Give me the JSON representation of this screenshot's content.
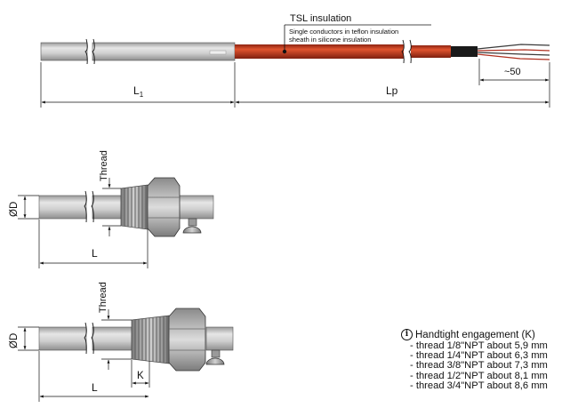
{
  "labels": {
    "tsl_title": "TSL insulation",
    "tsl_line1": "Single conductors in teflon insulation",
    "tsl_line2": "sheath in silicone insulation",
    "dim_approx": "~50",
    "dim_l1_main": "L",
    "dim_l1_sub": "1",
    "dim_lp": "Lp",
    "thread": "Thread",
    "diameter": "ØD",
    "length": "L",
    "k": "K"
  },
  "info": {
    "icon": "info-icon",
    "heading": "Handtight engagement (K)",
    "items": [
      "- thread 1/8\"NPT about 5,9 mm",
      "- thread 1/4\"NPT about 6,3 mm",
      "- thread 3/8\"NPT about 7,3 mm",
      "- thread 1/2\"NPT about 8,1 mm",
      "- thread 3/4\"NPT about 8,6 mm"
    ]
  },
  "colors": {
    "cable": "#c0391e",
    "sheath": "#c8c8c8",
    "metal": "#a9a9a9",
    "line": "#111111"
  }
}
